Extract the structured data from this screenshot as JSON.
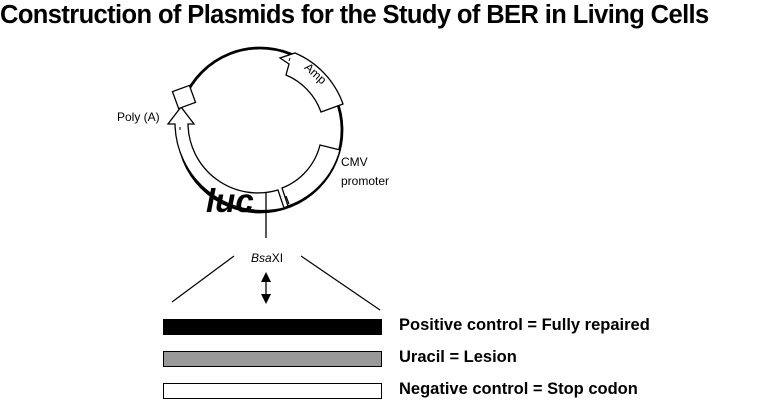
{
  "title": "Construction of Plasmids for the Study of BER in Living Cells",
  "plasmid": {
    "labels": {
      "amp": "Amp",
      "poly_a": "Poly (A)",
      "cmv_line1": "CMV",
      "cmv_line2": "promoter",
      "luc": "luc",
      "bsa_italic": "Bsa",
      "bsa_roman": "XI"
    }
  },
  "legend": [
    {
      "label": "Positive control = Fully repaired",
      "fill": "#000000"
    },
    {
      "label": "Uracil = Lesion",
      "fill": "#999999"
    },
    {
      "label": "Negative control = Stop codon",
      "fill": "#ffffff"
    }
  ]
}
